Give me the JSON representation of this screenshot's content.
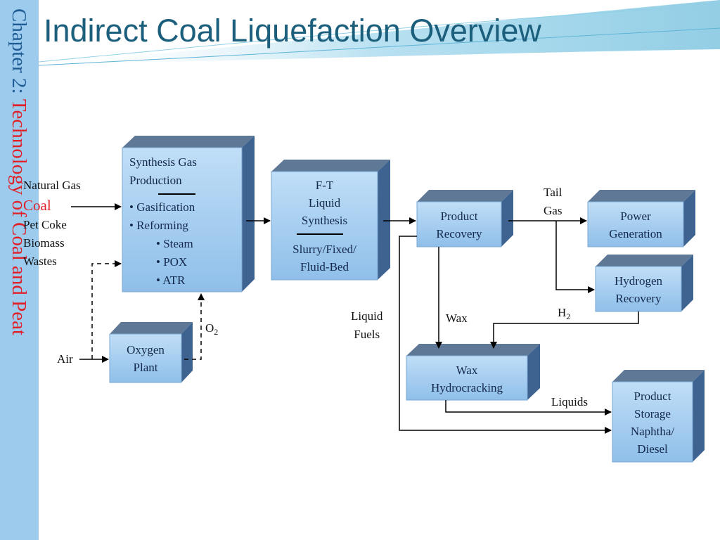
{
  "slide": {
    "title": "Indirect Coal Liquefaction Overview",
    "sidebar": {
      "part1": "Chapter 2: ",
      "part2": "Technology of Coal and Peat"
    }
  },
  "feeds": {
    "natural_gas": "Natural Gas",
    "coal": "Coal",
    "pet_coke": "Pet Coke",
    "biomass": "Biomass",
    "wastes": "Wastes",
    "air": "Air"
  },
  "boxes": {
    "syngas": {
      "title_line1": "Synthesis Gas",
      "title_line2": "Production",
      "item1": "• Gasification",
      "item2": "• Reforming",
      "sub1": "• Steam",
      "sub2": "• POX",
      "sub3": "• ATR"
    },
    "oxygen": {
      "line1": "Oxygen",
      "line2": "Plant"
    },
    "ft": {
      "line1": "F-T",
      "line2": "Liquid",
      "line3": "Synthesis",
      "line4": "Slurry/Fixed/",
      "line5": "Fluid-Bed"
    },
    "product_recovery": {
      "line1": "Product",
      "line2": "Recovery"
    },
    "power": {
      "line1": "Power",
      "line2": "Generation"
    },
    "hydrogen": {
      "line1": "Hydrogen",
      "line2": "Recovery"
    },
    "wax": {
      "line1": "Wax",
      "line2": "Hydrocracking"
    },
    "storage": {
      "line1": "Product",
      "line2": "Storage",
      "line3": "Naphtha/",
      "line4": "Diesel"
    }
  },
  "labels": {
    "o2_main": "O",
    "o2_sub": "2",
    "tail_gas_line1": "Tail",
    "tail_gas_line2": "Gas",
    "liquid_fuels_line1": "Liquid",
    "liquid_fuels_line2": "Fuels",
    "wax": "Wax",
    "h2_main": "H",
    "h2_sub": "2",
    "liquids": "Liquids"
  },
  "colors": {
    "box_front": "#a9d2f4",
    "box_top": "#5e7896",
    "box_side": "#3f6390",
    "title": "#1b5f7d",
    "sidebar_bg": "#9ccbee",
    "coal": "#e0212a"
  }
}
